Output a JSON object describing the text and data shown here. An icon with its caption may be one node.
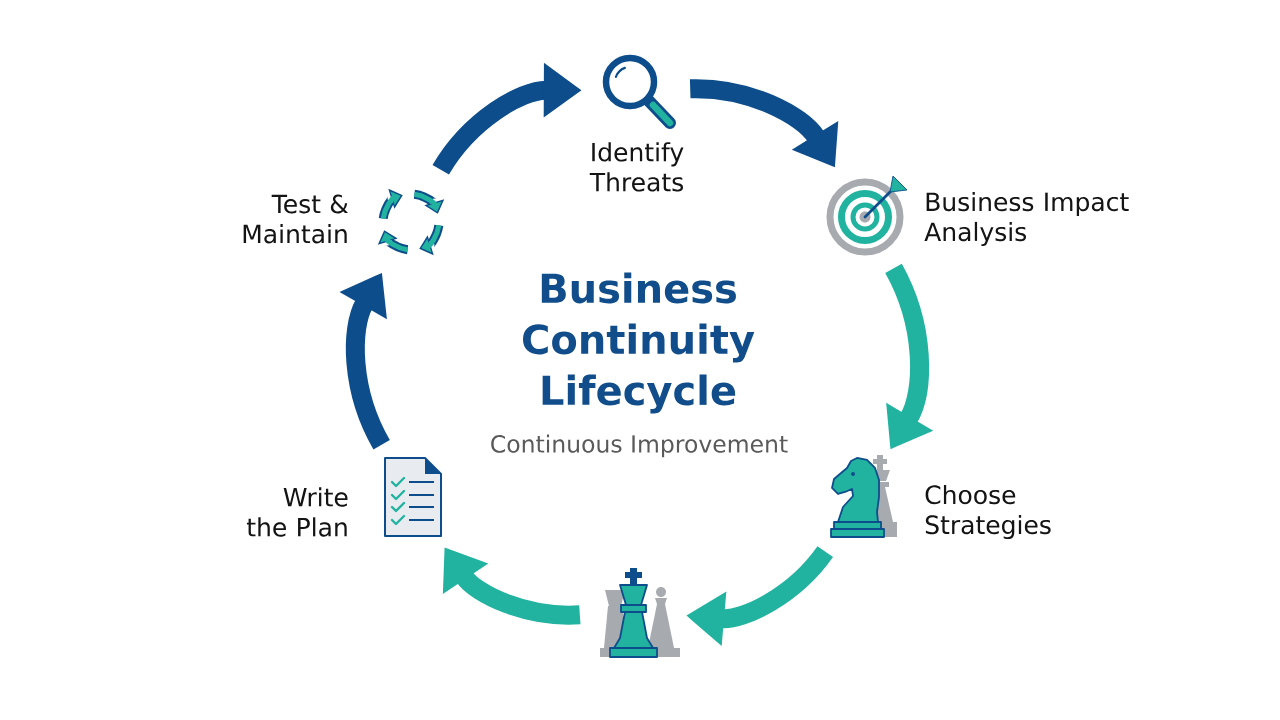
{
  "diagram": {
    "title": "Business Continuity Lifecycle",
    "nodes": [
      {
        "text": [
          "Identify Threats"
        ]
      },
      {
        "text": [
          "Business Impact Analysis"
        ]
      },
      {
        "text": [
          "Choose Strategies"
        ]
      },
      {
        "text": [],
        "shape": "picture"
      },
      {
        "text": [
          "Write the Plan"
        ]
      },
      {
        "text": [
          "Test & Maintain"
        ]
      }
    ],
    "edges": [
      {
        "from": 5,
        "to": 0,
        "arrow": "to"
      },
      {
        "from": 0,
        "to": 1,
        "arrow": "to"
      },
      {
        "from": 1,
        "to": 2,
        "arrow": "to",
        "color": "#22b3a0"
      },
      {
        "from": 2,
        "to": 3,
        "arrow": "to",
        "color": "#22b3a0"
      },
      {
        "from": 3,
        "to": 4,
        "arrow": "to",
        "color": "#22b3a0"
      },
      {
        "from": 4,
        "to": 5,
        "arrow": "to"
      }
    ],
    "labels": [
      "Continuous Improvement"
    ]
  }
}
